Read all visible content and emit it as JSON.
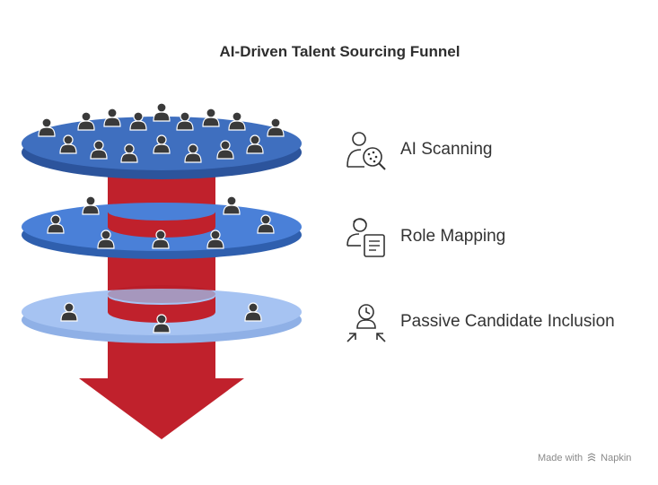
{
  "title": "AI-Driven Talent Sourcing Funnel",
  "steps": [
    {
      "label": "AI Scanning",
      "icon": "ai-scan-person-icon",
      "color": "#3f6fbf"
    },
    {
      "label": "Role Mapping",
      "icon": "role-document-person-icon",
      "color": "#4a80d8"
    },
    {
      "label": "Passive Candidate Inclusion",
      "icon": "passive-candidate-arrows-icon",
      "color": "#a6c3f2"
    }
  ],
  "arrow_color": "#c0212c",
  "person_icon_color": "#3a3a3a",
  "watermark": {
    "prefix": "Made with",
    "brand": "Napkin"
  }
}
